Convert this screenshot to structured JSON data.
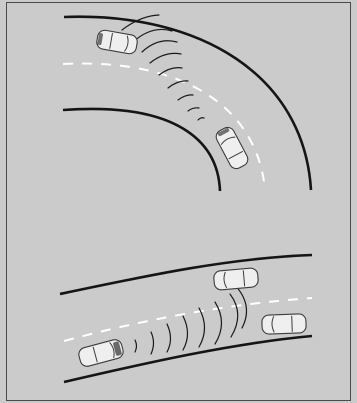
{
  "colors": {
    "background": "#cbcbcb",
    "border": "#4a4a4a",
    "road_line": "#151515",
    "lane_dash": "#ffffff",
    "car_body": "#efefef",
    "car_outline": "#3c3c3c",
    "wave": "#1a1a1a"
  },
  "panels": [
    {
      "label": "",
      "road_shape": "curve",
      "vehicles": [
        {
          "role": "own-vehicle",
          "icon": "car-icon"
        },
        {
          "role": "vehicle-ahead",
          "icon": "car-icon"
        }
      ],
      "radar": {
        "icon": "radar-wave-icon",
        "direction": "along-curve"
      }
    },
    {
      "label": "",
      "road_shape": "straight-with-lane-change",
      "vehicles": [
        {
          "role": "own-vehicle",
          "icon": "car-icon"
        },
        {
          "role": "vehicle-ahead",
          "icon": "car-icon"
        },
        {
          "role": "vehicle-adjacent-lane",
          "icon": "car-icon"
        }
      ],
      "radar": {
        "icon": "radar-wave-icon",
        "direction": "forward"
      }
    }
  ]
}
